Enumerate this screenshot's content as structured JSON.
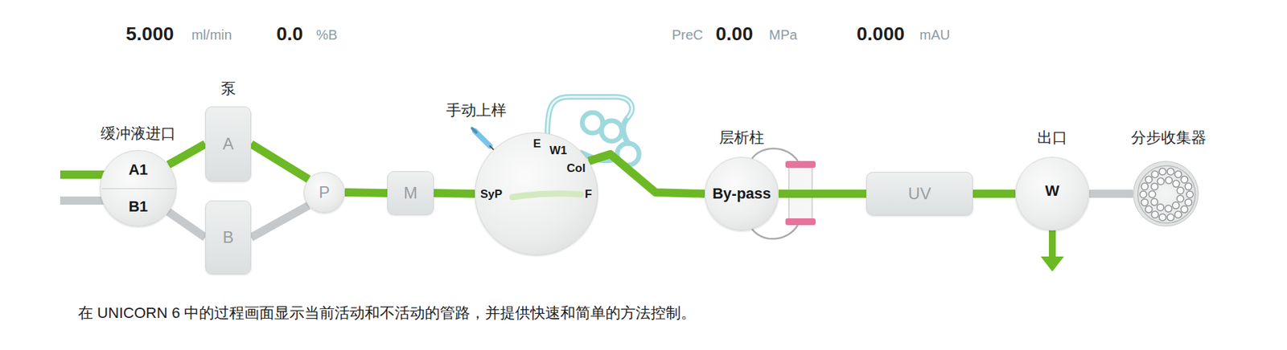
{
  "diagram": {
    "caption": "在 UNICORN 6 中的过程画面显示当前活动和不活动的管路，并提供快速和简单的方法控制。",
    "nodes": [
      {
        "text": [
          "缓冲液进口",
          "A1",
          "B1"
        ]
      },
      {
        "text": [
          "A"
        ]
      },
      {
        "text": [
          "B"
        ]
      },
      {
        "text": [
          "P"
        ]
      },
      {
        "text": [
          "M"
        ]
      },
      {
        "text": [
          "手动上样",
          "SyP",
          "E",
          "W1",
          "Col",
          "F"
        ]
      },
      {
        "text": [
          "层析柱",
          "By-pass"
        ]
      },
      {
        "text": [
          "UV"
        ]
      },
      {
        "text": [
          "出口",
          "W"
        ]
      },
      {
        "text": [
          "分步收集器"
        ]
      }
    ],
    "edges": [
      {
        "from": 0,
        "to": 1,
        "arrow": "none"
      },
      {
        "from": 0,
        "to": 2,
        "arrow": "none"
      },
      {
        "from": 1,
        "to": 3,
        "arrow": "none"
      },
      {
        "from": 2,
        "to": 3,
        "arrow": "none"
      },
      {
        "from": 3,
        "to": 4,
        "arrow": "none"
      },
      {
        "from": 4,
        "to": 5,
        "arrow": "none"
      },
      {
        "from": 5,
        "to": 6,
        "arrow": "none"
      },
      {
        "from": 6,
        "to": 7,
        "arrow": "none"
      },
      {
        "from": 7,
        "to": 8,
        "arrow": "none"
      },
      {
        "from": 8,
        "to": 9,
        "arrow": "none"
      }
    ],
    "labels": [
      "5.000",
      "ml/min",
      "0.0",
      "%B",
      "PreC",
      "0.00",
      "MPa",
      "0.000",
      "mAU",
      "泵"
    ]
  }
}
